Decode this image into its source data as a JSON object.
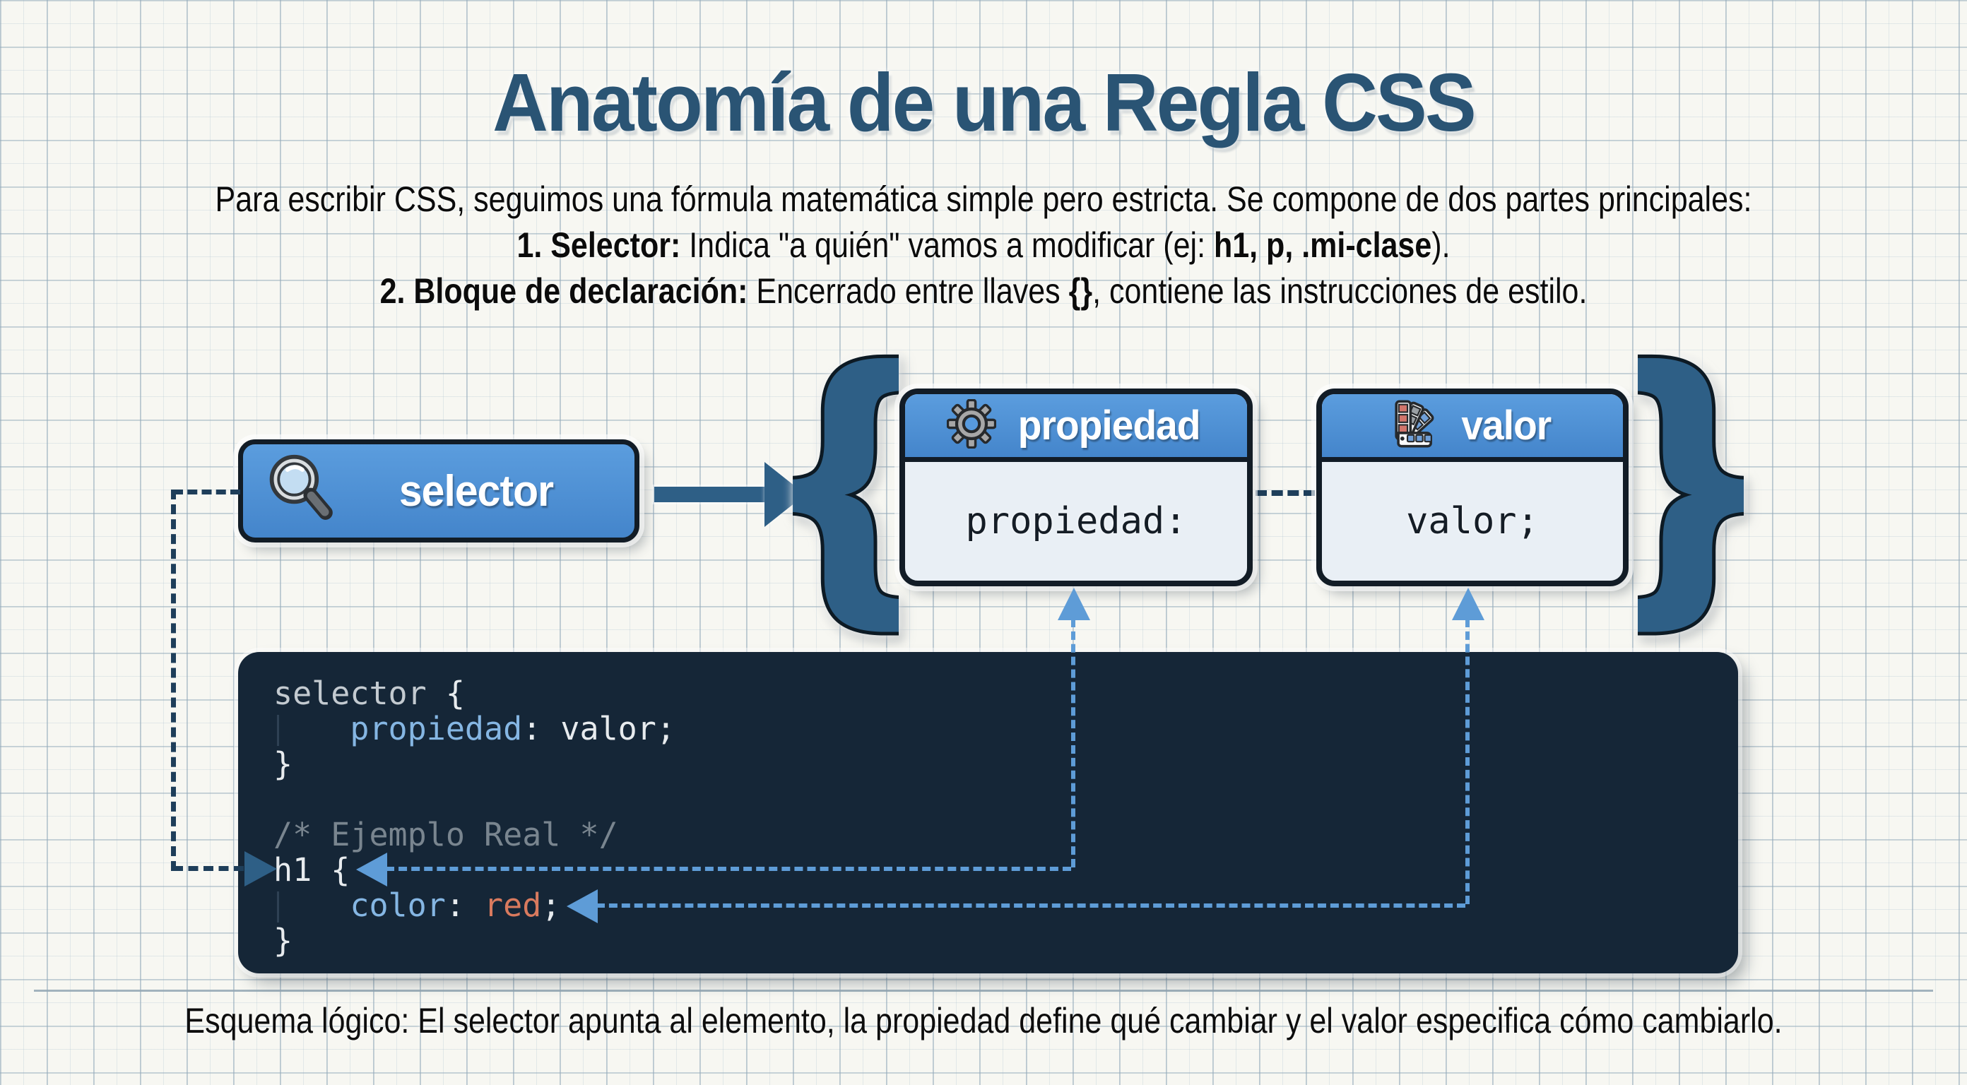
{
  "title": "Anatomía de una Regla CSS",
  "intro": {
    "line1": "Para escribir CSS, seguimos una fórmula matemática simple pero estricta. Se compone de dos partes principales:",
    "item1_label": "1. Selector:",
    "item1_text_a": " Indica \"a quién\" vamos a modificar (ej: ",
    "item1_code": "h1, p, .mi-clase",
    "item1_text_b": ").",
    "item2_label": "2. Bloque de declaración:",
    "item2_text_a": " Encerrado entre llaves ",
    "item2_braces": "{}",
    "item2_text_b": ", contiene las instrucciones de estilo."
  },
  "diagram": {
    "selector_label": "selector",
    "selector_icon": "search-icon",
    "open_brace": "{",
    "close_brace": "}",
    "propiedad_card": {
      "icon": "gear-icon",
      "header": "propiedad",
      "body": "propiedad:"
    },
    "valor_card": {
      "icon": "palette-icon",
      "header": "valor",
      "body": "valor;"
    }
  },
  "code": {
    "l1a": "selector",
    "l1b": " {",
    "l2a": "    ",
    "l2b": "propiedad",
    "l2c": ": valor;",
    "l3": "}",
    "l4": "/* Ejemplo Real */",
    "l5a": "h1",
    "l5b": " {",
    "l6a": "    ",
    "l6b": "color",
    "l6c": ": ",
    "l6d": "red",
    "l6e": ";",
    "l7": "}"
  },
  "footer": "Esquema lógico: El selector apunta al elemento, la propiedad define qué cambiar y el valor especifica cómo cambiarlo.",
  "colors": {
    "accent_blue": "#4e92d8",
    "navy_shapes": "#2e5f86",
    "code_background": "#152637",
    "token_blue": "#85b6e3",
    "token_red": "#d97a5e",
    "dark_dash": "#1e3e5a",
    "light_dash": "#5e9cd7",
    "title_color": "#2a5474"
  }
}
